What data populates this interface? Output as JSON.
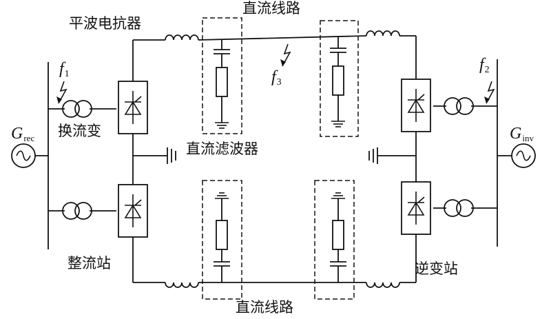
{
  "labels": {
    "smoothing_reactor": "平波电抗器",
    "dc_line_top": "直流线路",
    "dc_line_bottom": "直流线路",
    "converter_transformer": "换流变",
    "dc_filter": "直流滤波器",
    "rectifier_station": "整流站",
    "inverter_station": "逆变站"
  },
  "symbols": {
    "g_rec": {
      "base": "G",
      "sub": "rec"
    },
    "g_inv": {
      "base": "G",
      "sub": "inv"
    },
    "f1": {
      "base": "f",
      "sub": "1"
    },
    "f2": {
      "base": "f",
      "sub": "2"
    },
    "f3": {
      "base": "f",
      "sub": "3"
    }
  }
}
